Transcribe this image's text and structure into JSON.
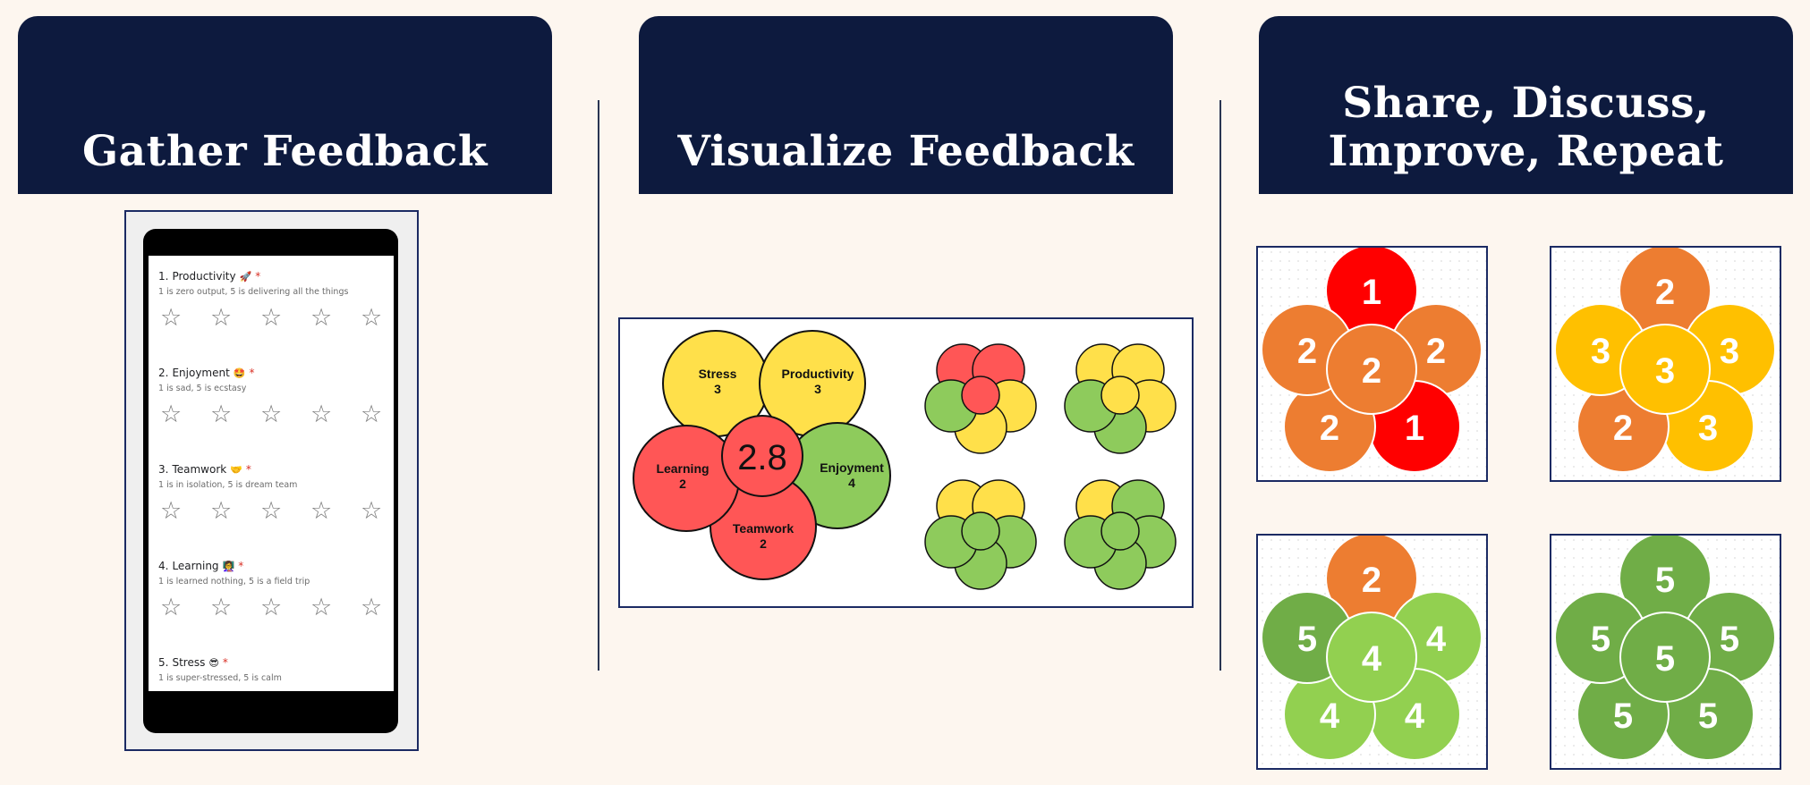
{
  "columns": [
    {
      "title": "Gather Feedback"
    },
    {
      "title": "Visualize Feedback"
    },
    {
      "title": "Share, Discuss,\nImprove, Repeat"
    }
  ],
  "form": {
    "questions": [
      {
        "number": "1.",
        "label": "Productivity",
        "emoji": "🚀",
        "required": "*",
        "hint": "1 is zero output, 5 is delivering all the things"
      },
      {
        "number": "2.",
        "label": "Enjoyment",
        "emoji": "🤩",
        "required": "*",
        "hint": "1 is sad, 5 is ecstasy"
      },
      {
        "number": "3.",
        "label": "Teamwork",
        "emoji": "🤝",
        "required": "*",
        "hint": "1 is in isolation, 5 is dream team"
      },
      {
        "number": "4.",
        "label": "Learning",
        "emoji": "👩‍🏫",
        "required": "*",
        "hint": "1 is learned nothing, 5 is a field trip"
      },
      {
        "number": "5.",
        "label": "Stress",
        "emoji": "😎",
        "required": "*",
        "hint": "1 is super-stressed, 5 is calm"
      }
    ],
    "star_glyph": "☆"
  },
  "visualization": {
    "center_value": "2.8",
    "petals": [
      {
        "label": "Stress",
        "value": "3",
        "color": "#ffe04a"
      },
      {
        "label": "Productivity",
        "value": "3",
        "color": "#ffe04a"
      },
      {
        "label": "Enjoyment",
        "value": "4",
        "color": "#8ecb5c"
      },
      {
        "label": "Teamwork",
        "value": "2",
        "color": "#ff5656"
      },
      {
        "label": "Learning",
        "value": "2",
        "color": "#ff5656"
      }
    ],
    "center_color": "#ff5656"
  },
  "flowers": [
    {
      "center": "2",
      "petals": [
        "1",
        "2",
        "1",
        "2",
        "2"
      ]
    },
    {
      "center": "3",
      "petals": [
        "2",
        "3",
        "3",
        "2",
        "3"
      ]
    },
    {
      "center": "4",
      "petals": [
        "2",
        "4",
        "4",
        "4",
        "5"
      ]
    },
    {
      "center": "5",
      "petals": [
        "5",
        "5",
        "5",
        "5",
        "5"
      ]
    }
  ],
  "colors": {
    "banner": "#0d1a3e",
    "background": "#fdf6ef",
    "score_1": "#ff0000",
    "score_2": "#ed7d31",
    "score_3": "#ffc000",
    "score_4": "#92d050",
    "score_5": "#70ad47",
    "viz_red": "#ff5656",
    "viz_yellow": "#ffe04a",
    "viz_green": "#8ecb5c"
  }
}
